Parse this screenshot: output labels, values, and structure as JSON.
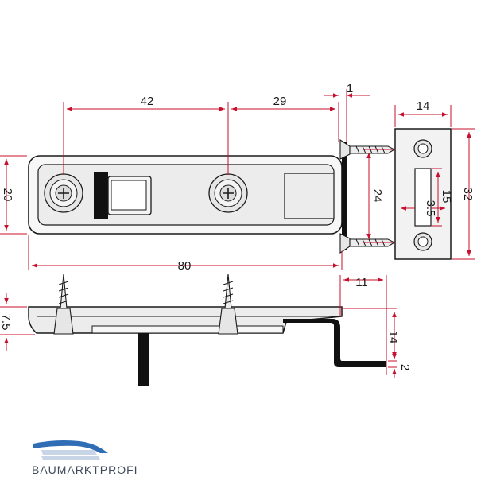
{
  "dimensions": {
    "d42": "42",
    "d29": "29",
    "d1": "1",
    "d14_top": "14",
    "d20": "20",
    "d80": "80",
    "d24": "24",
    "d15": "15",
    "d3_5": "3.5",
    "d32": "32",
    "d11": "11",
    "d7_5": "7.5",
    "d14_side": "14",
    "d2": "2"
  },
  "brand": {
    "name": "BAUMARKTPROFI",
    "colors": {
      "roof_dark": "#2f6db5",
      "roof_light": "#c7d5e6",
      "text": "#3f4a5a"
    }
  },
  "colors": {
    "dimension": "#c8102e",
    "outline": "#1a1a1a",
    "fill": "#f2f2f2"
  }
}
